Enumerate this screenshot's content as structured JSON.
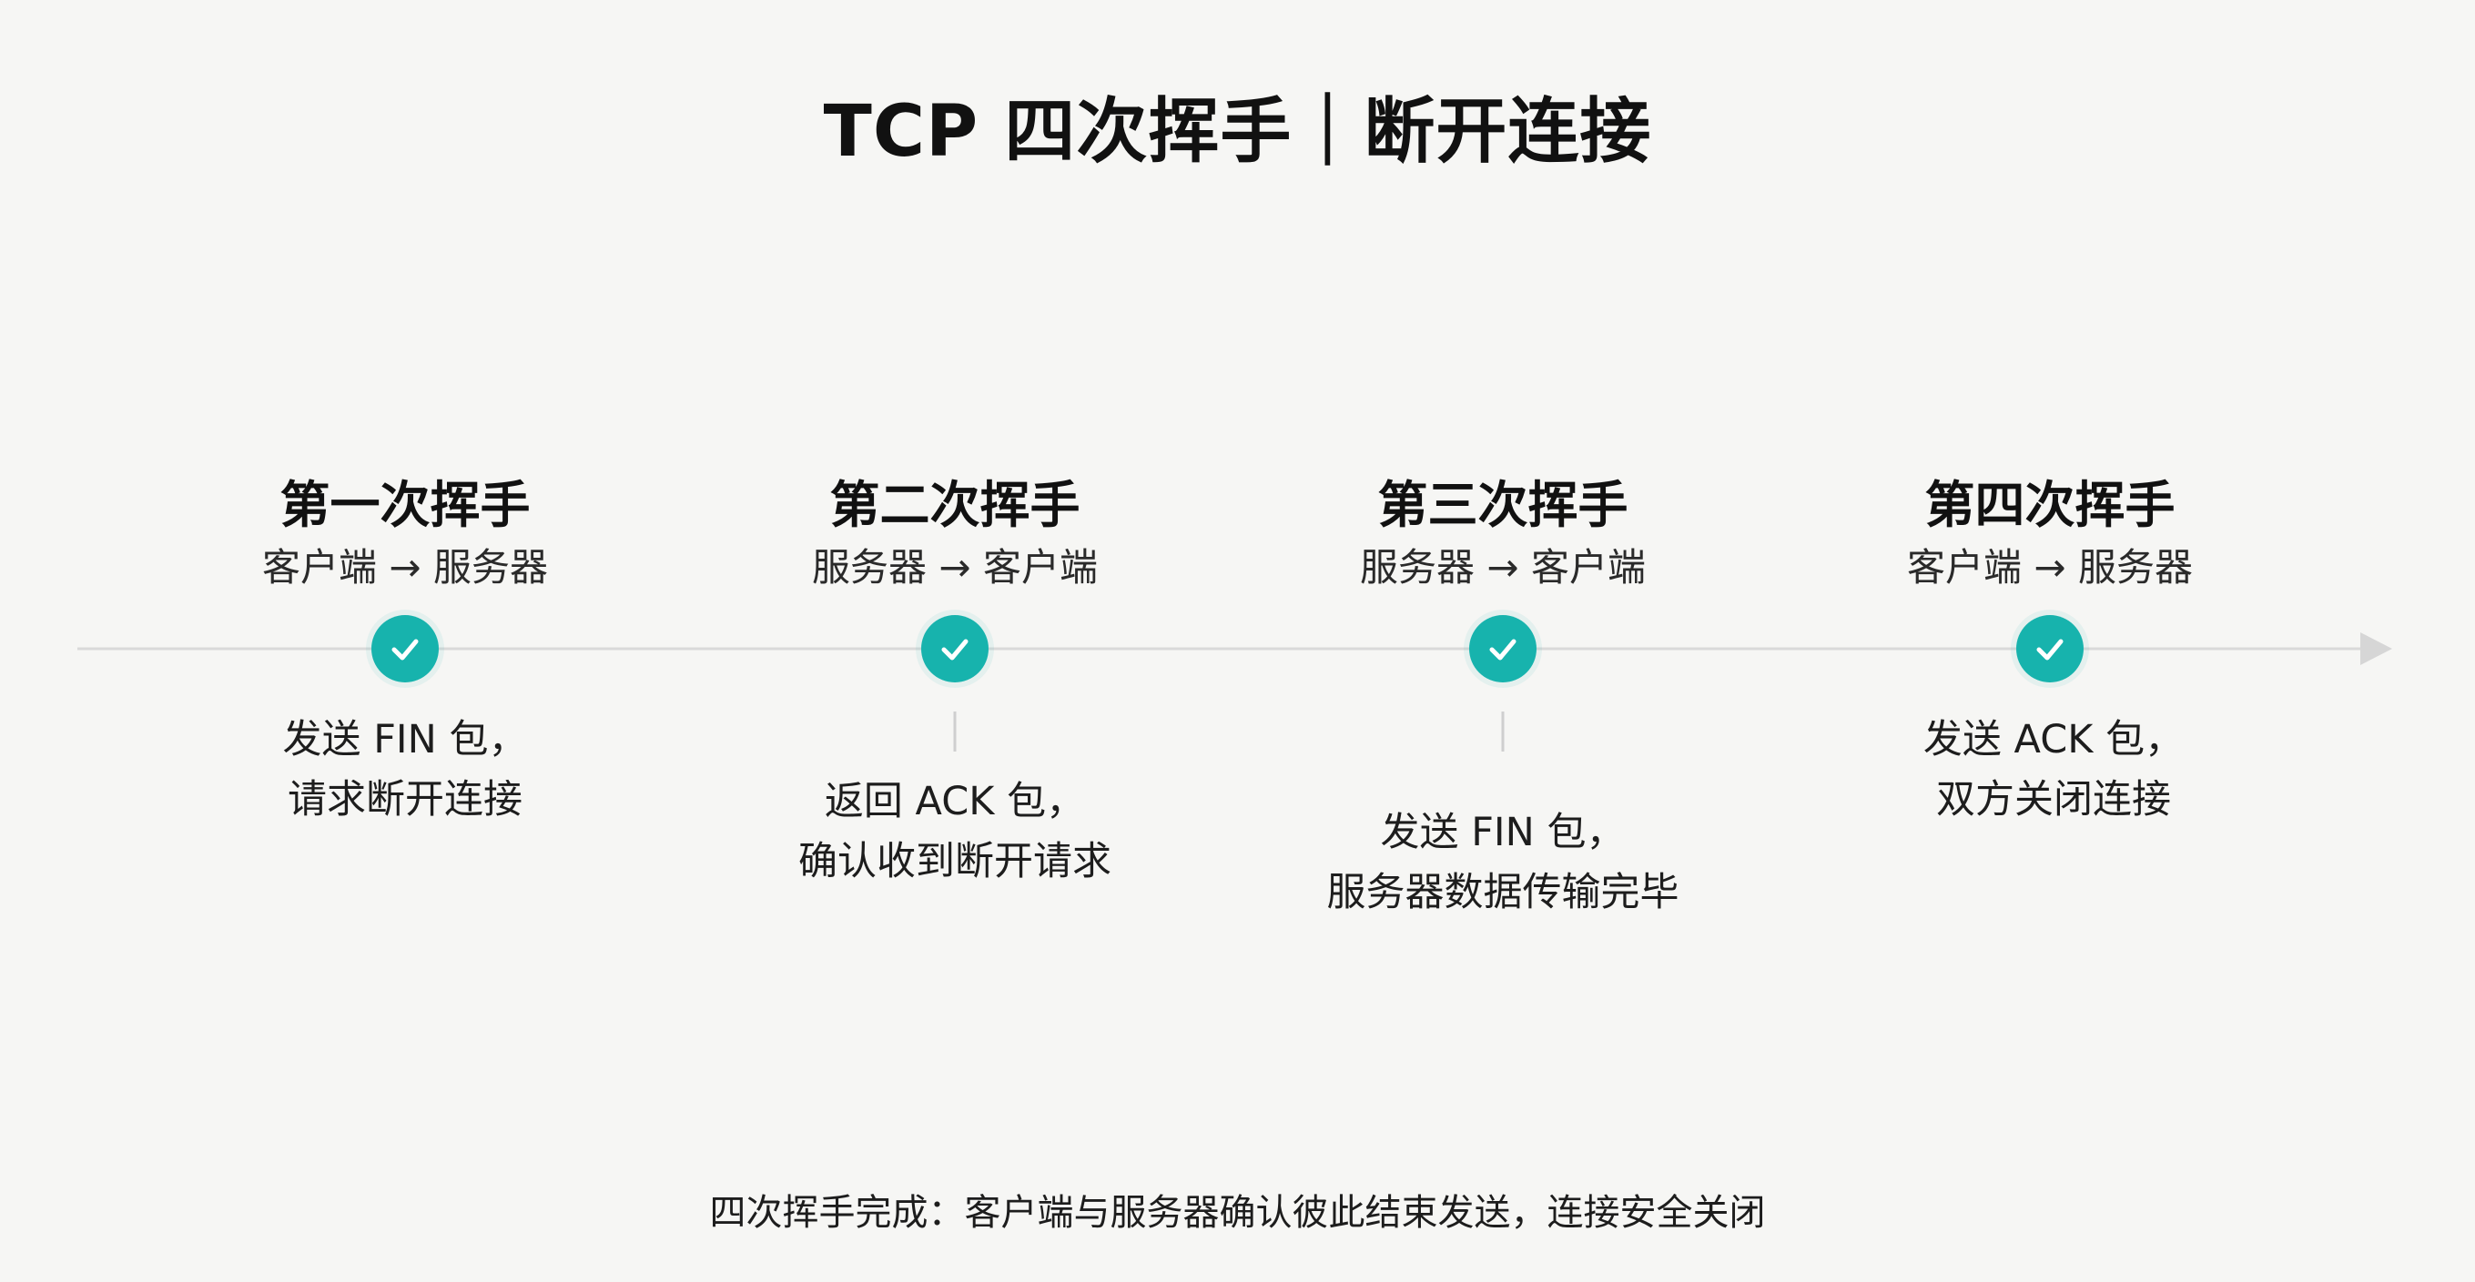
{
  "title": "TCP 四次挥手｜断开连接",
  "steps": [
    {
      "title": "第一次挥手",
      "direction": "客户端 → 服务器",
      "desc_line1": "发送 FIN 包，",
      "desc_line2": "请求断开连接"
    },
    {
      "title": "第二次挥手",
      "direction": "服务器 → 客户端",
      "desc_line1": "返回 ACK 包，",
      "desc_line2": "确认收到断开请求"
    },
    {
      "title": "第三次挥手",
      "direction": "服务器 → 客户端",
      "desc_line1": "发送 FIN 包，",
      "desc_line2": "服务器数据传输完毕"
    },
    {
      "title": "第四次挥手",
      "direction": "客户端 → 服务器",
      "desc_line1": "发送 ACK 包，",
      "desc_line2": "双方关闭连接"
    }
  ],
  "footer": "四次挥手完成：客户端与服务器确认彼此结束发送，连接安全关闭",
  "colors": {
    "accent": "#17b3ad",
    "line": "#d9d9d9",
    "background": "#f6f6f4"
  },
  "icons": {
    "node": "check-circle-icon",
    "end": "arrow-right-icon"
  }
}
